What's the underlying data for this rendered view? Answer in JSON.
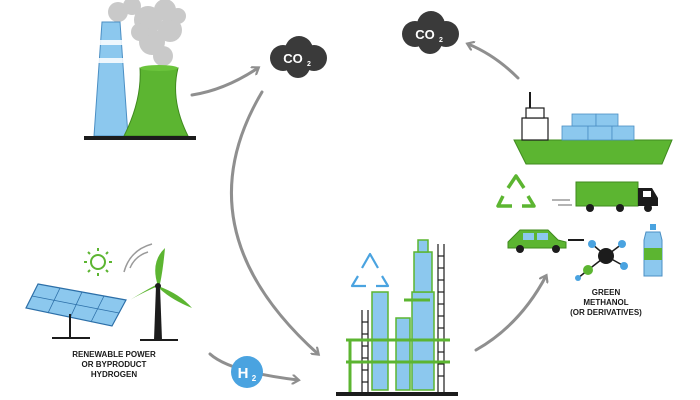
{
  "co2_left": {
    "text": "CO",
    "sub": "2"
  },
  "co2_right": {
    "text": "CO",
    "sub": "2"
  },
  "h2": {
    "text": "H",
    "sub": "2"
  },
  "renewable_label": [
    "RENEWABLE POWER",
    "OR BYPRODUCT",
    "HYDROGEN"
  ],
  "methanol_label": [
    "GREEN",
    "METHANOL",
    "(OR DERIVATIVES)"
  ],
  "colors": {
    "green": "#5cb531",
    "blue": "#8cc8ee",
    "dark": "#1c1c1c",
    "cloud": "#3a3a3a",
    "arrow": "#8f8f8f",
    "smoke": "#c9c9c9"
  }
}
